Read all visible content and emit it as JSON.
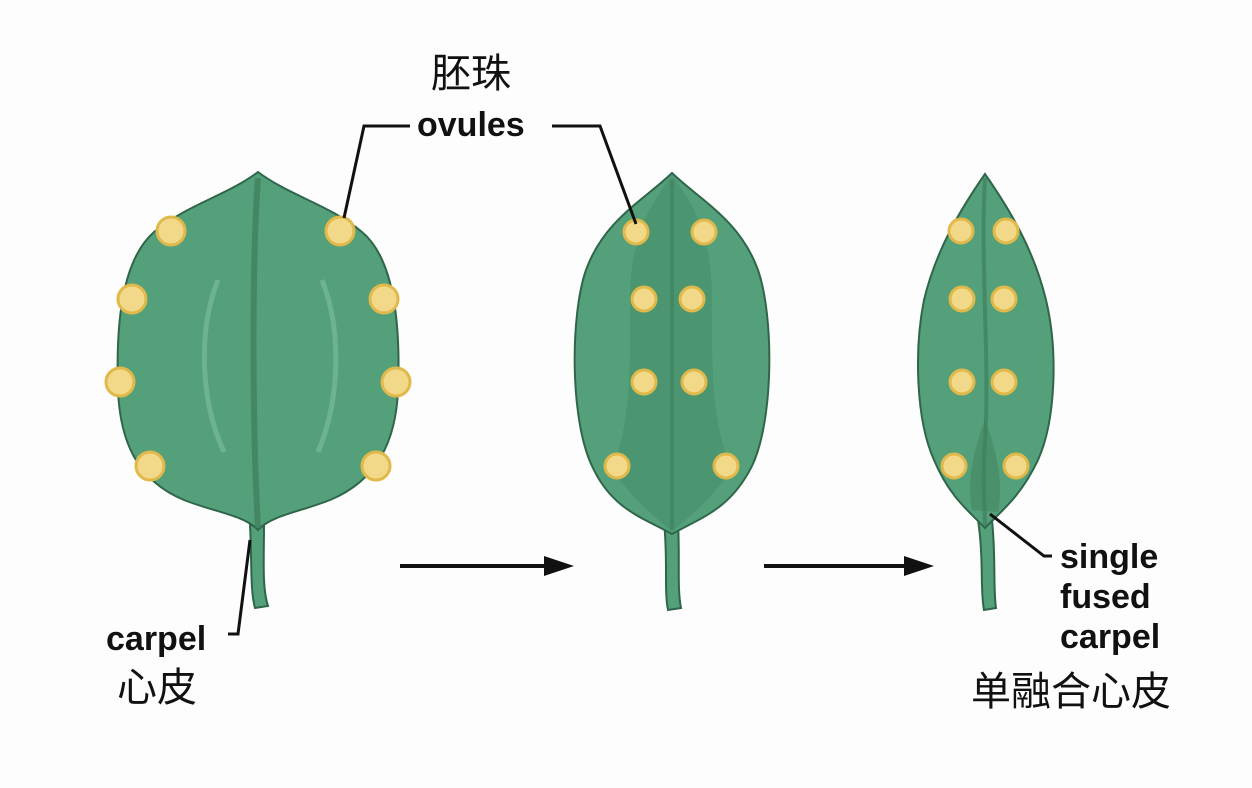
{
  "labels": {
    "ovules_zh": "胚珠",
    "ovules_en": "ovules",
    "carpel_en": "carpel",
    "carpel_zh": "心皮",
    "fused_line1": "single",
    "fused_line2": "fused",
    "fused_line3": "carpel",
    "fused_zh": "单融合心皮"
  },
  "colors": {
    "leaf": "#54a07a",
    "leaf_dark": "#3d7f5c",
    "leaf_outline": "#2f6649",
    "ovule": "#f2d98a",
    "ovule_outline": "#e0b94a",
    "arrow": "#111111"
  },
  "stages": [
    {
      "name": "open-carpel",
      "ovule_count": 8
    },
    {
      "name": "folding-carpel",
      "ovule_count": 8
    },
    {
      "name": "single-fused-carpel",
      "ovule_count": 8
    }
  ]
}
